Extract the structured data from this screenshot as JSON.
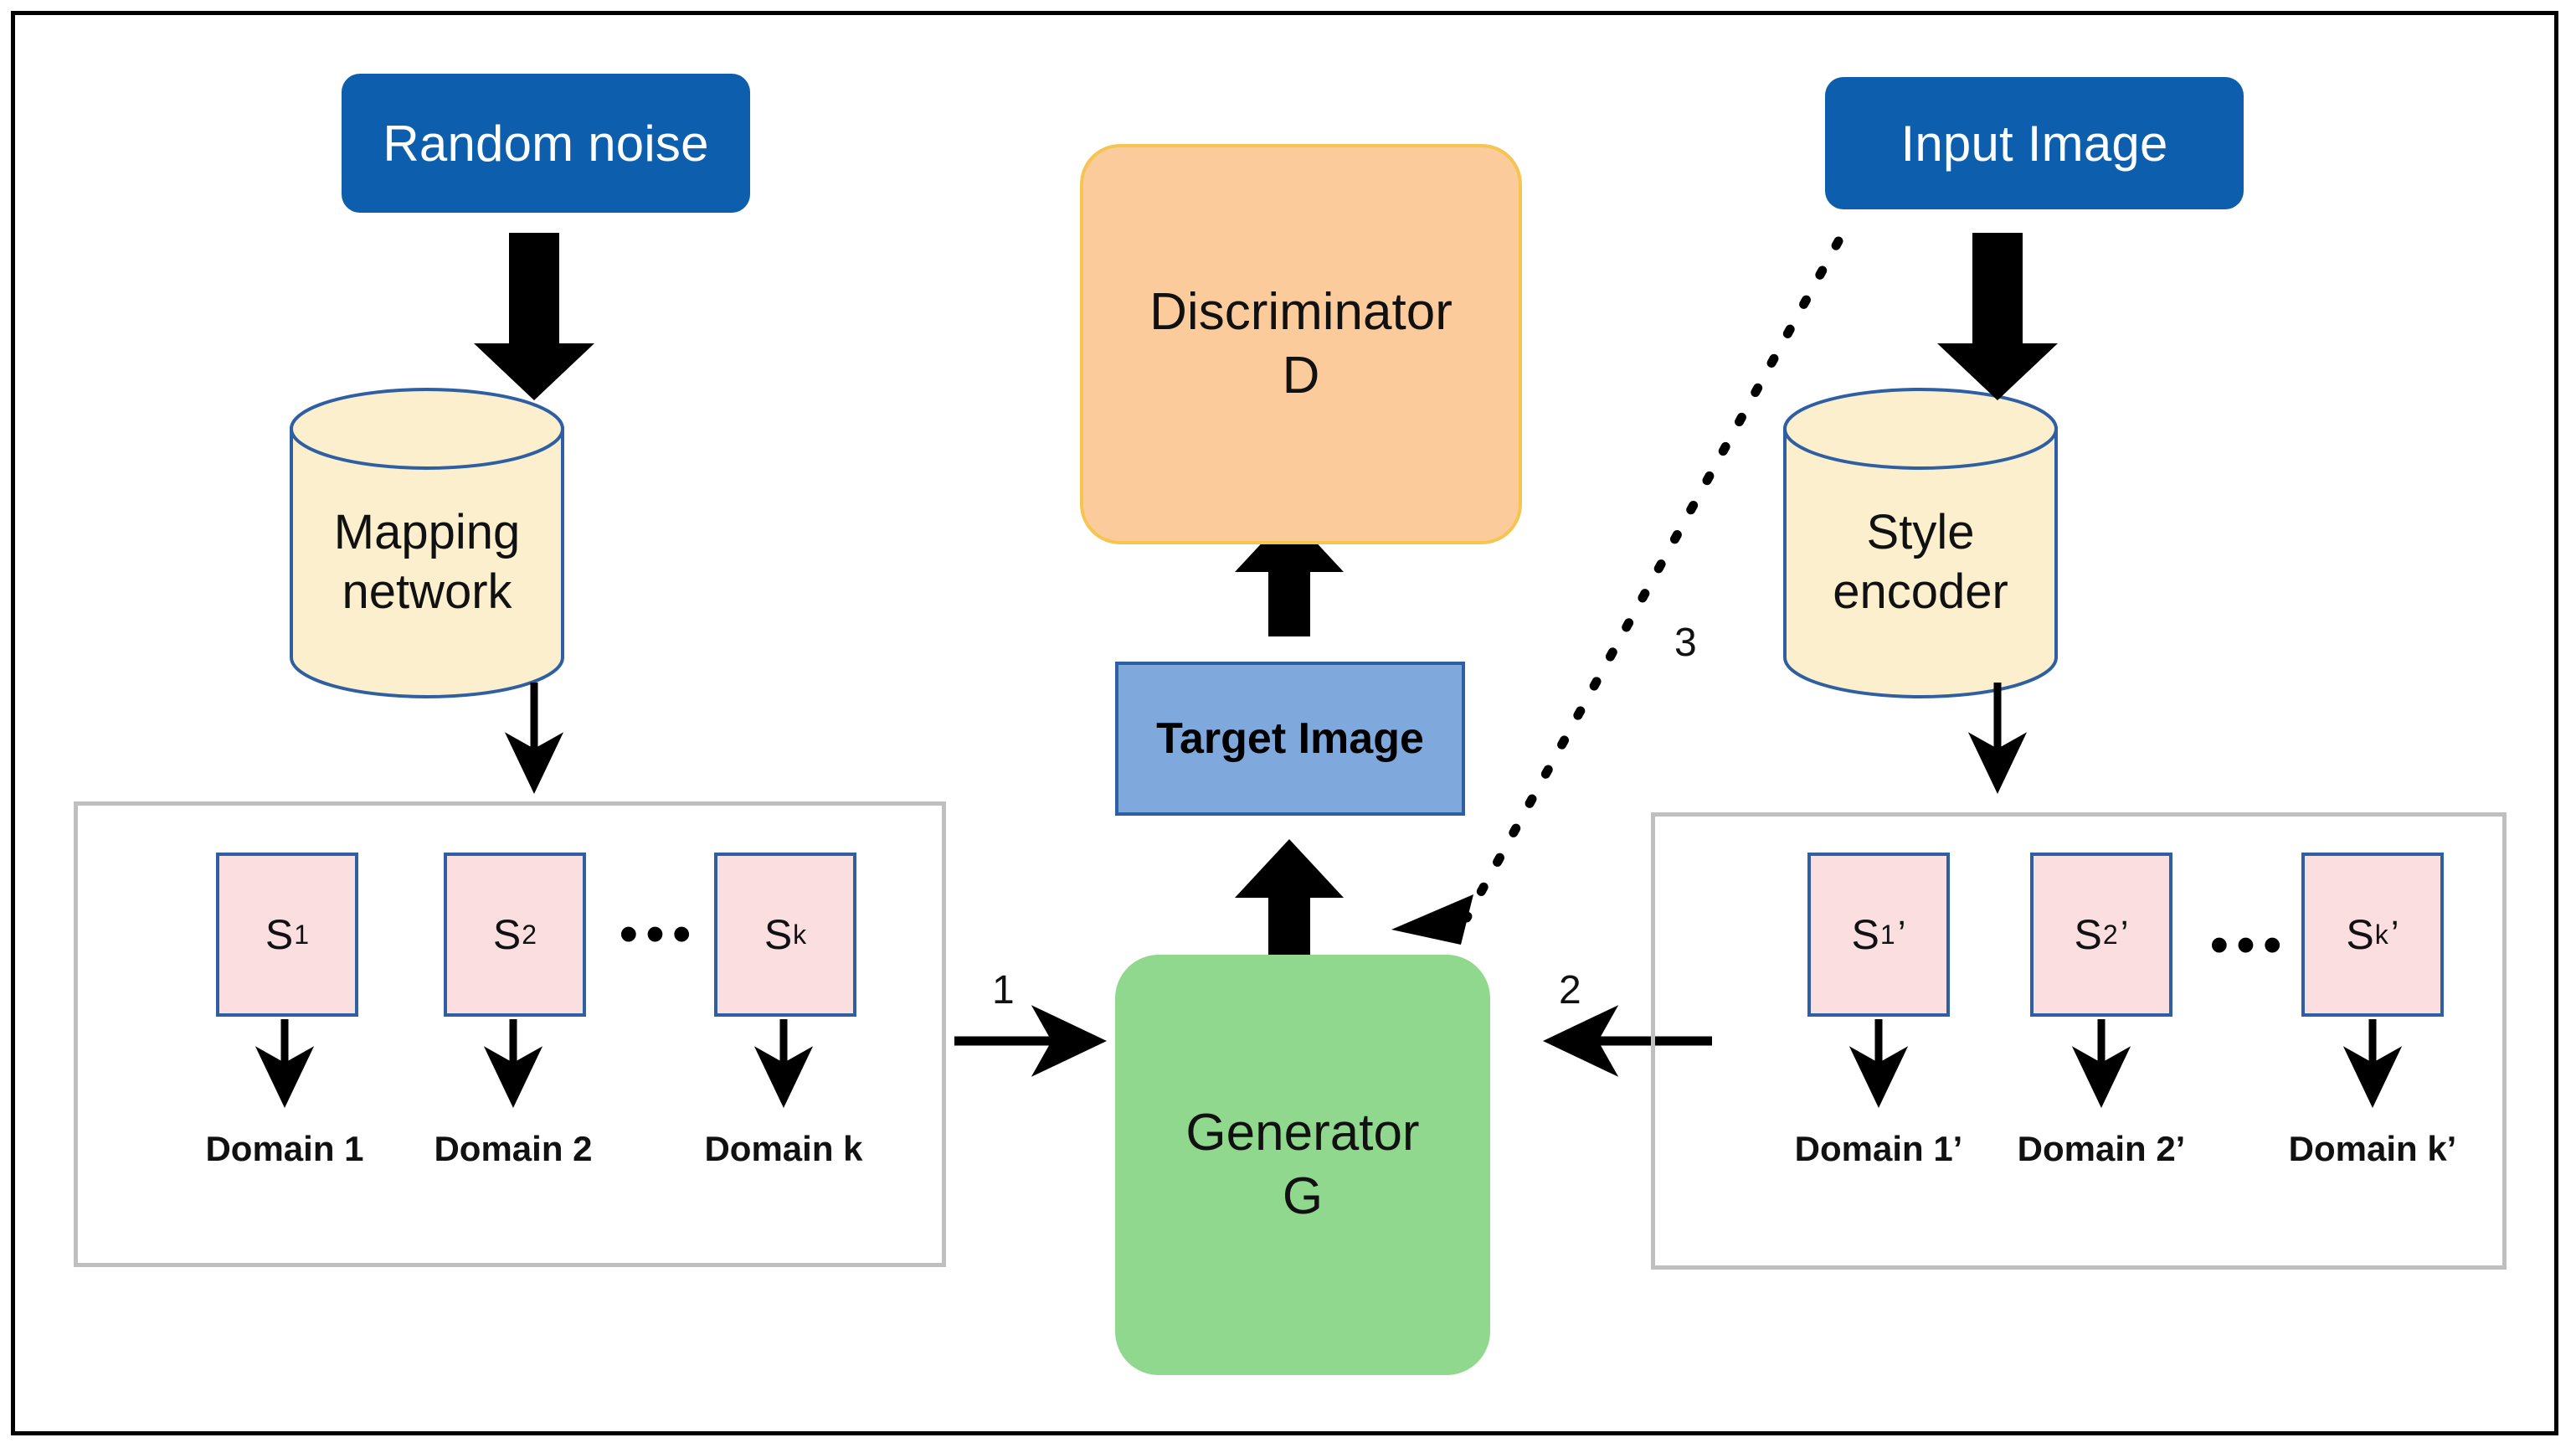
{
  "diagram": {
    "title": "StarGAN-style multi-domain image translation architecture",
    "colors": {
      "input_pill_bg": "#0D5FAE",
      "cylinder_fill": "#FCEFCE",
      "cylinder_stroke": "#2E5FA3",
      "discriminator_bg": "#FBCB9B",
      "discriminator_border": "#F5C451",
      "target_bg": "#7FA9DC",
      "target_border": "#2E5FA3",
      "generator_bg": "#8FD88D",
      "style_box_bg": "#FBDEE0",
      "style_box_border": "#2E5FA3",
      "group_border": "#BFBFBF",
      "frame_border": "#000000",
      "arrow": "#000000"
    },
    "nodes": {
      "random_noise": "Random noise",
      "mapping_network": "Mapping\nnetwork",
      "mapping_network_line1": "Mapping",
      "mapping_network_line2": "network",
      "discriminator_line1": "Discriminator",
      "discriminator_line2": "D",
      "target_image": "Target Image",
      "generator_line1": "Generator",
      "generator_line2": "G",
      "input_image": "Input Image",
      "style_encoder_line1": "Style",
      "style_encoder_line2": "encoder"
    },
    "left_group": {
      "style_codes": [
        {
          "base": "S",
          "sub": "1",
          "prime": ""
        },
        {
          "base": "S",
          "sub": "2",
          "prime": ""
        },
        {
          "base": "S",
          "sub": "k",
          "prime": ""
        }
      ],
      "ellipsis": "•••",
      "domains": [
        "Domain 1",
        "Domain 2",
        "Domain k"
      ]
    },
    "right_group": {
      "style_codes": [
        {
          "base": "S",
          "sub": "1",
          "prime": "’"
        },
        {
          "base": "S",
          "sub": "2",
          "prime": "’"
        },
        {
          "base": "S",
          "sub": "k",
          "prime": "’"
        }
      ],
      "ellipsis": "•••",
      "domains": [
        "Domain 1’",
        "Domain 2’",
        "Domain k’"
      ]
    },
    "edge_labels": {
      "one": "1",
      "two": "2",
      "three": "3"
    }
  }
}
